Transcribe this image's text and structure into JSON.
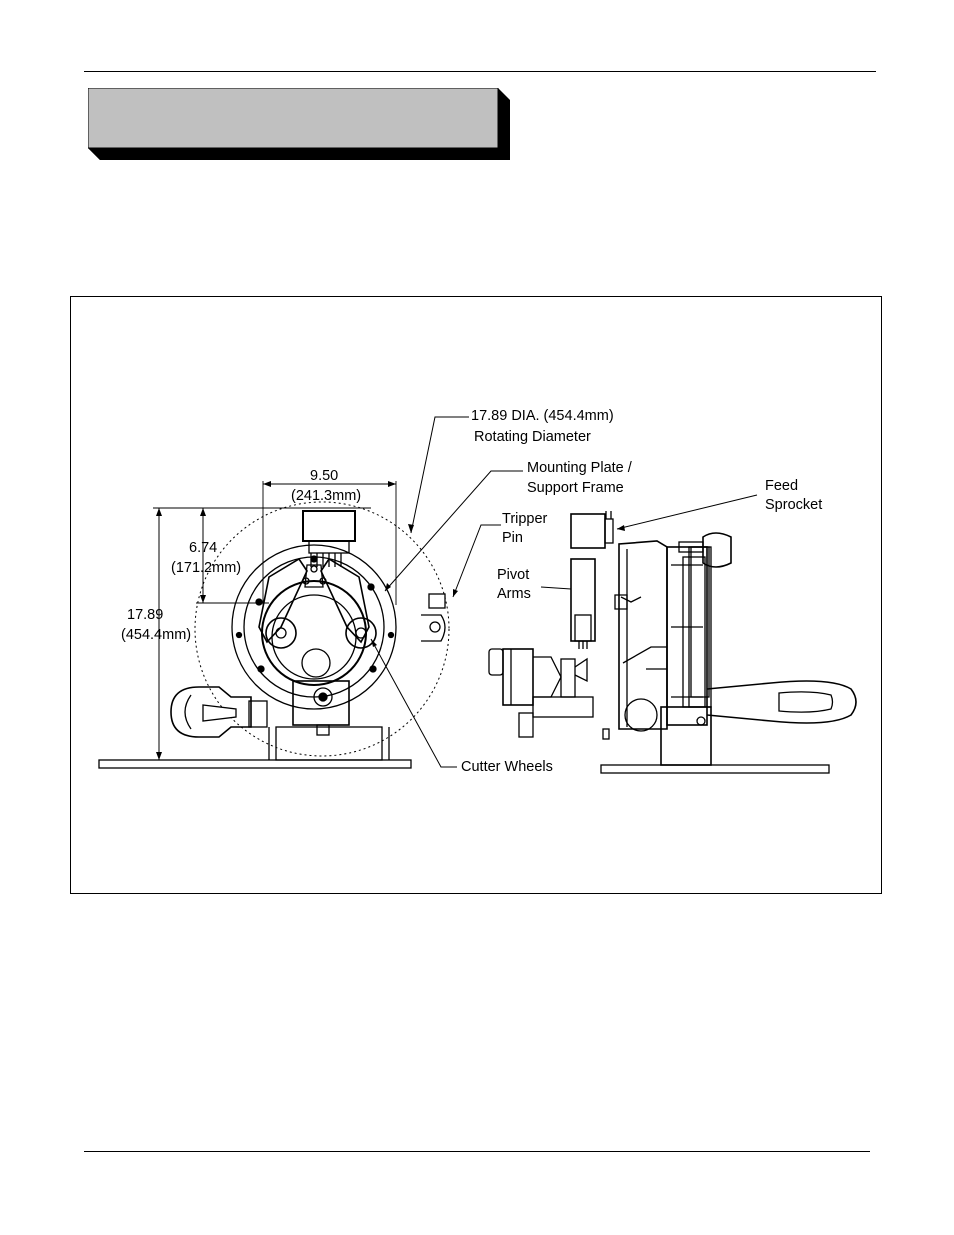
{
  "title_banner": {
    "text": "",
    "fill": "#c0c0c0",
    "shadow": "#000000"
  },
  "figure": {
    "labels": {
      "rotating_dia_line1": "17.89 DIA. (454.4mm)",
      "rotating_dia_line2": "Rotating Diameter",
      "width_line1": "9.50",
      "width_line2": "(241.3mm)",
      "mounting_line1": "Mounting Plate /",
      "mounting_line2": "Support Frame",
      "feed_line1": "Feed",
      "feed_line2": "Sprocket",
      "tripper_line1": "Tripper",
      "tripper_line2": "Pin",
      "pivot_line1": "Pivot",
      "pivot_line2": "Arms",
      "dim_674_line1": "6.74",
      "dim_674_line2": "(171.2mm)",
      "dim_1789_line1": "17.89",
      "dim_1789_line2": "(454.4mm)",
      "cutter_wheels": "Cutter Wheels"
    }
  }
}
